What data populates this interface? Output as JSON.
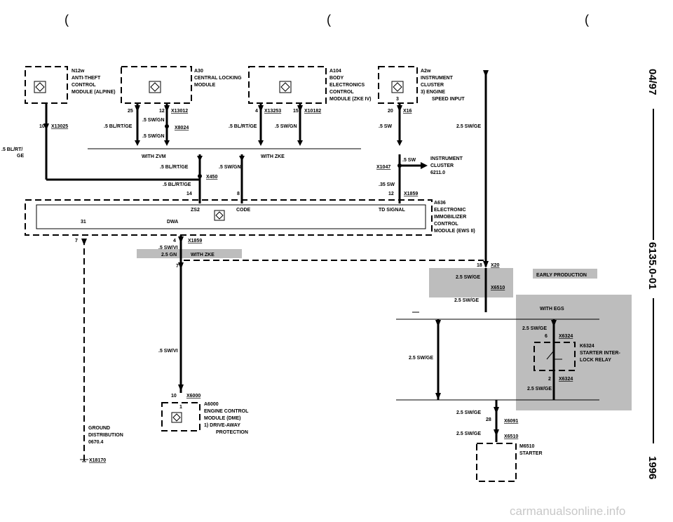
{
  "header_marks": [
    "(",
    "(",
    "("
  ],
  "modules": {
    "n12w": {
      "id": "N12w",
      "lines": [
        "ANTI-THEFT",
        "CONTROL",
        "MODULE (ALPINE)"
      ]
    },
    "a30": {
      "id": "A30",
      "lines": [
        "CENTRAL LOCKING",
        "MODULE"
      ]
    },
    "a104": {
      "id": "A104",
      "lines": [
        "BODY",
        "ELECTRONICS",
        "CONTROL",
        "MODULE (ZKE IV)"
      ]
    },
    "a2w": {
      "id": "A2w",
      "lines": [
        "INSTRUMENT",
        "CLUSTER",
        "3)  ENGINE",
        "SPEED INPUT"
      ],
      "pin_note": "3"
    },
    "a636": {
      "id": "A636",
      "lines": [
        "ELECTRONIC",
        "IMMOBILIZER",
        "CONTROL",
        "MODULE (EWS II)"
      ],
      "pins": [
        "ZS2",
        "CODE",
        "TD SIGNAL",
        "31",
        "DWA"
      ]
    },
    "a6000": {
      "id": "A6000",
      "lines": [
        "ENGINE CONTROL",
        "MODULE (DME)",
        "1)  DRIVE-AWAY",
        "PROTECTION"
      ],
      "pin_note": "1"
    },
    "k6324": {
      "lines": [
        "K6324",
        "STARTER INTER-",
        "LOCK RELAY"
      ]
    },
    "m6510": {
      "lines": [
        "M6510",
        "STARTER"
      ]
    }
  },
  "connectors": {
    "x13025": {
      "pin": "10",
      "id": "X13025"
    },
    "x13012": {
      "pins": [
        "25",
        "12"
      ],
      "id": "X13012"
    },
    "x8024": {
      "id": "X8024"
    },
    "x13253": {
      "pin": "4",
      "id": "X13253"
    },
    "x10182": {
      "pin": "15",
      "id": "X10182"
    },
    "x16": {
      "pin": "20",
      "id": "X16"
    },
    "x1047": {
      "id": "X1047"
    },
    "x450": {
      "id": "X450"
    },
    "x1859a": {
      "pins": [
        "14",
        "8",
        "12"
      ],
      "id": "X1859"
    },
    "x1859b": {
      "pins": [
        "7",
        "4"
      ],
      "id": "X1859"
    },
    "x20": {
      "pin": "18",
      "id": "X20"
    },
    "x6510a": {
      "id": "X6510"
    },
    "x6324a": {
      "pin": "6",
      "id": "X6324"
    },
    "x6324b": {
      "pin": "2",
      "id": "X6324"
    },
    "x6000": {
      "pin": "10",
      "id": "X6000"
    },
    "x6091": {
      "pin": "28",
      "id": "X6091"
    },
    "x6510b": {
      "id": "X6510"
    },
    "x18170": {
      "id": "X18170"
    }
  },
  "wires": {
    "n12w_out": ".5 BL/RT/",
    "n12w_out2": "GE",
    "a30_a": ".5 SW/GN",
    "a30_b": ".5 SW/GN",
    "a30_c": ".5 BL/RT/GE",
    "a104_a": ".5 BL/RT/GE",
    "a104_b": ".5 SW/GN",
    "a2w_out": ".5 SW",
    "a2w_supply": "2.5 SW/GE",
    "zvm_a": ".5 BL/RT/GE",
    "zvm_b": ".5 SW/GN",
    "zvm_c": ".5 BL/RT/GE",
    "cluster_sw": ".5 SW",
    "cluster_sw2": ".35 SW",
    "ews_out": ".5 SW/VI",
    "ews_gn": "2.5 GN",
    "ews_vi2": ".5 SW/VI",
    "x20_a": "2.5 SW/GE",
    "x20_b": "2.5 SW/GE",
    "relay_in": "2.5 SW/GE",
    "relay_out": "2.5 SW/GE",
    "bypass": "2.5 SW/GE",
    "starter_a": "2.5 SW/GE",
    "starter_b": "2.5 SW/GE"
  },
  "labels": {
    "with_zvm": "WITH ZVM",
    "with_zke_top": "WITH ZKE",
    "with_zke_mid": "WITH ZKE",
    "early_production": "EARLY PRODUCTION",
    "with_egs": "WITH EGS",
    "cluster_ref": [
      "INSTRUMENT",
      "CLUSTER",
      "6211.0"
    ],
    "ground_ref": [
      "GROUND",
      "DISTRIBUTION",
      "0670.4"
    ]
  },
  "sidebar": {
    "date": "04/97",
    "doc": "6135.0-01",
    "year": "1996"
  },
  "watermark": "carmanualsonline.info"
}
